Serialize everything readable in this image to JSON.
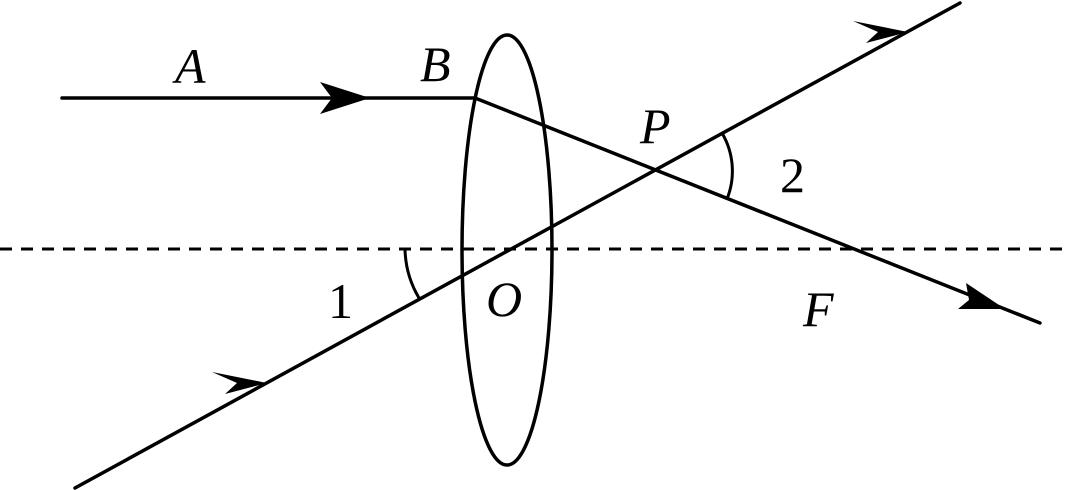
{
  "labels": {
    "point_a": "A",
    "point_b": "B",
    "point_p": "P",
    "point_o": "O",
    "point_f": "F",
    "angle_1": "1",
    "angle_2": "2"
  }
}
